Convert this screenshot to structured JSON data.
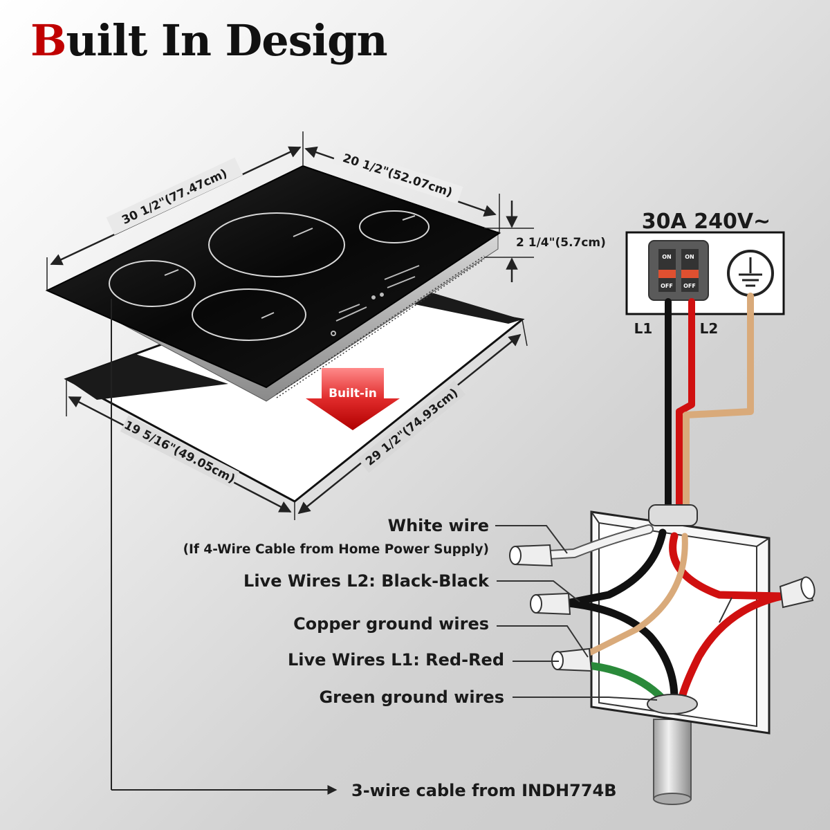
{
  "title": {
    "first_letter": "B",
    "rest": "uilt In Design"
  },
  "dimensions": {
    "top_length": "30 1/2\"(77.47cm)",
    "top_width": "20 1/2\"(52.07cm)",
    "height": "2 1/4\"(5.7cm)",
    "cutout_width": "19 5/16\"(49.05cm)",
    "cutout_length": "29 1/2\"(74.93cm)"
  },
  "built_in_label": "Built-in",
  "breaker": {
    "rating": "30A 240V~",
    "l1": "L1",
    "l2": "L2",
    "switch_on": "ON",
    "switch_off": "OFF"
  },
  "wire_labels": {
    "white": "White wire",
    "white_note": "(If 4-Wire Cable from Home Power Supply)",
    "live_l2": "Live Wires L2: Black-Black",
    "copper": "Copper ground wires",
    "live_l1": "Live Wires L1: Red-Red",
    "green": "Green ground wires"
  },
  "cable_label": "3-wire cable from INDH774B",
  "colors": {
    "title_accent": "#c00000",
    "wire_red": "#d01010",
    "wire_black": "#111111",
    "wire_copper": "#d9aa7a",
    "wire_green": "#2a8a3a",
    "wire_white": "#f2f2f2",
    "arrow_red": "#d62020"
  }
}
